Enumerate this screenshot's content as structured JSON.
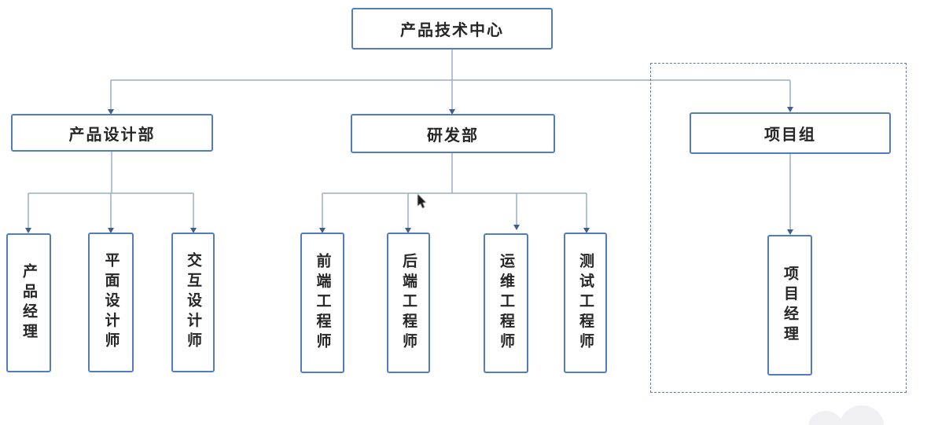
{
  "org_chart": {
    "root": {
      "label": "产品技术中心"
    },
    "departments": [
      {
        "label": "产品设计部"
      },
      {
        "label": "研发部"
      },
      {
        "label": "项目组"
      }
    ],
    "design_roles": [
      {
        "label": "产品经理"
      },
      {
        "label": "平面设计师"
      },
      {
        "label": "交互设计师"
      }
    ],
    "rnd_roles": [
      {
        "label": "前端工程师"
      },
      {
        "label": "后端工程师"
      },
      {
        "label": "运维工程师"
      },
      {
        "label": "测试工程师"
      }
    ],
    "project_roles": [
      {
        "label": "项目经理"
      }
    ]
  },
  "colors": {
    "background": "#ffffff",
    "node_border": "#4f7dbf",
    "node_text": "#262626",
    "connector_line": "#9aaec9",
    "arrowhead": "#3f5f92",
    "dashed_frame": "#5f7aa3"
  }
}
